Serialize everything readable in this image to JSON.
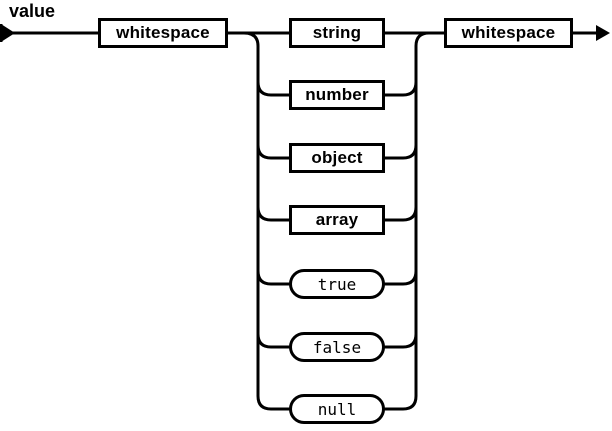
{
  "diagram": {
    "title": "value",
    "entry_node": {
      "label": "whitespace",
      "shape": "rect"
    },
    "exit_node": {
      "label": "whitespace",
      "shape": "rect"
    },
    "branches": [
      {
        "label": "string",
        "shape": "rect"
      },
      {
        "label": "number",
        "shape": "rect"
      },
      {
        "label": "object",
        "shape": "rect"
      },
      {
        "label": "array",
        "shape": "rect"
      },
      {
        "label": "true",
        "shape": "pill"
      },
      {
        "label": "false",
        "shape": "pill"
      },
      {
        "label": "null",
        "shape": "pill"
      }
    ],
    "colors": {
      "line": "#000000",
      "background": "#ffffff"
    }
  }
}
